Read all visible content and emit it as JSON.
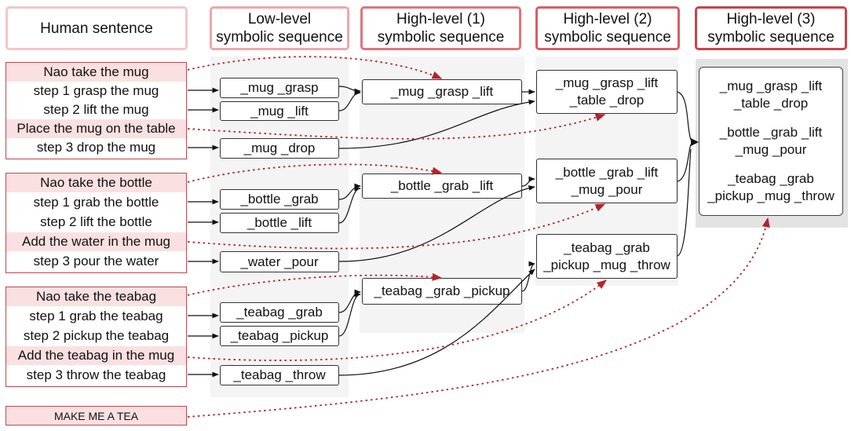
{
  "headers": {
    "human": "Human sentence",
    "low": [
      "Low-level",
      "symbolic sequence"
    ],
    "high1": [
      "High-level (1)",
      "symbolic sequence"
    ],
    "high2": [
      "High-level (2)",
      "symbolic sequence"
    ],
    "high3": [
      "High-level (3)",
      "symbolic sequence"
    ]
  },
  "sentences": {
    "mug": [
      "Nao take the mug",
      "step 1 grasp the mug",
      "step 2 lift the mug",
      "Place the mug on the table",
      "step 3 drop the mug"
    ],
    "bottle": [
      "Nao take the bottle",
      "step 1 grab the bottle",
      "step 2 lift the bottle",
      "Add the water in the mug",
      "step 3 pour the water"
    ],
    "teabag": [
      "Nao take the teabag",
      "step 1 grab the teabag",
      "step 2 pickup the teabag",
      "Add the teabag in the mug",
      "step 3 throw the teabag"
    ],
    "goal": "MAKE ME A TEA"
  },
  "low": [
    "_mug _grasp",
    "_mug _lift",
    "_mug _drop",
    "_bottle _grab",
    "_bottle _lift",
    "_water _pour",
    "_teabag _grab",
    "_teabag _pickup",
    "_teabag _throw"
  ],
  "high1": [
    "_mug _grasp _lift",
    "_bottle _grab _lift",
    "_teabag _grab _pickup"
  ],
  "high2": [
    [
      "_mug _grasp _lift",
      "_table _drop"
    ],
    [
      "_bottle _grab _lift",
      "_mug _pour"
    ],
    [
      "_teabag _grab",
      "_pickup _mug _throw"
    ]
  ],
  "high3": [
    [
      "_mug _grasp _lift",
      "_table _drop"
    ],
    [
      "_bottle _grab _lift",
      "_mug _pour"
    ],
    [
      "_teabag _grab",
      "_pickup _mug _throw"
    ]
  ],
  "colors": {
    "accent": "#b84a50",
    "highlight": "#fbe0e1",
    "dotted_arrow": "#b3232d",
    "panel": "#f4f4f4"
  }
}
